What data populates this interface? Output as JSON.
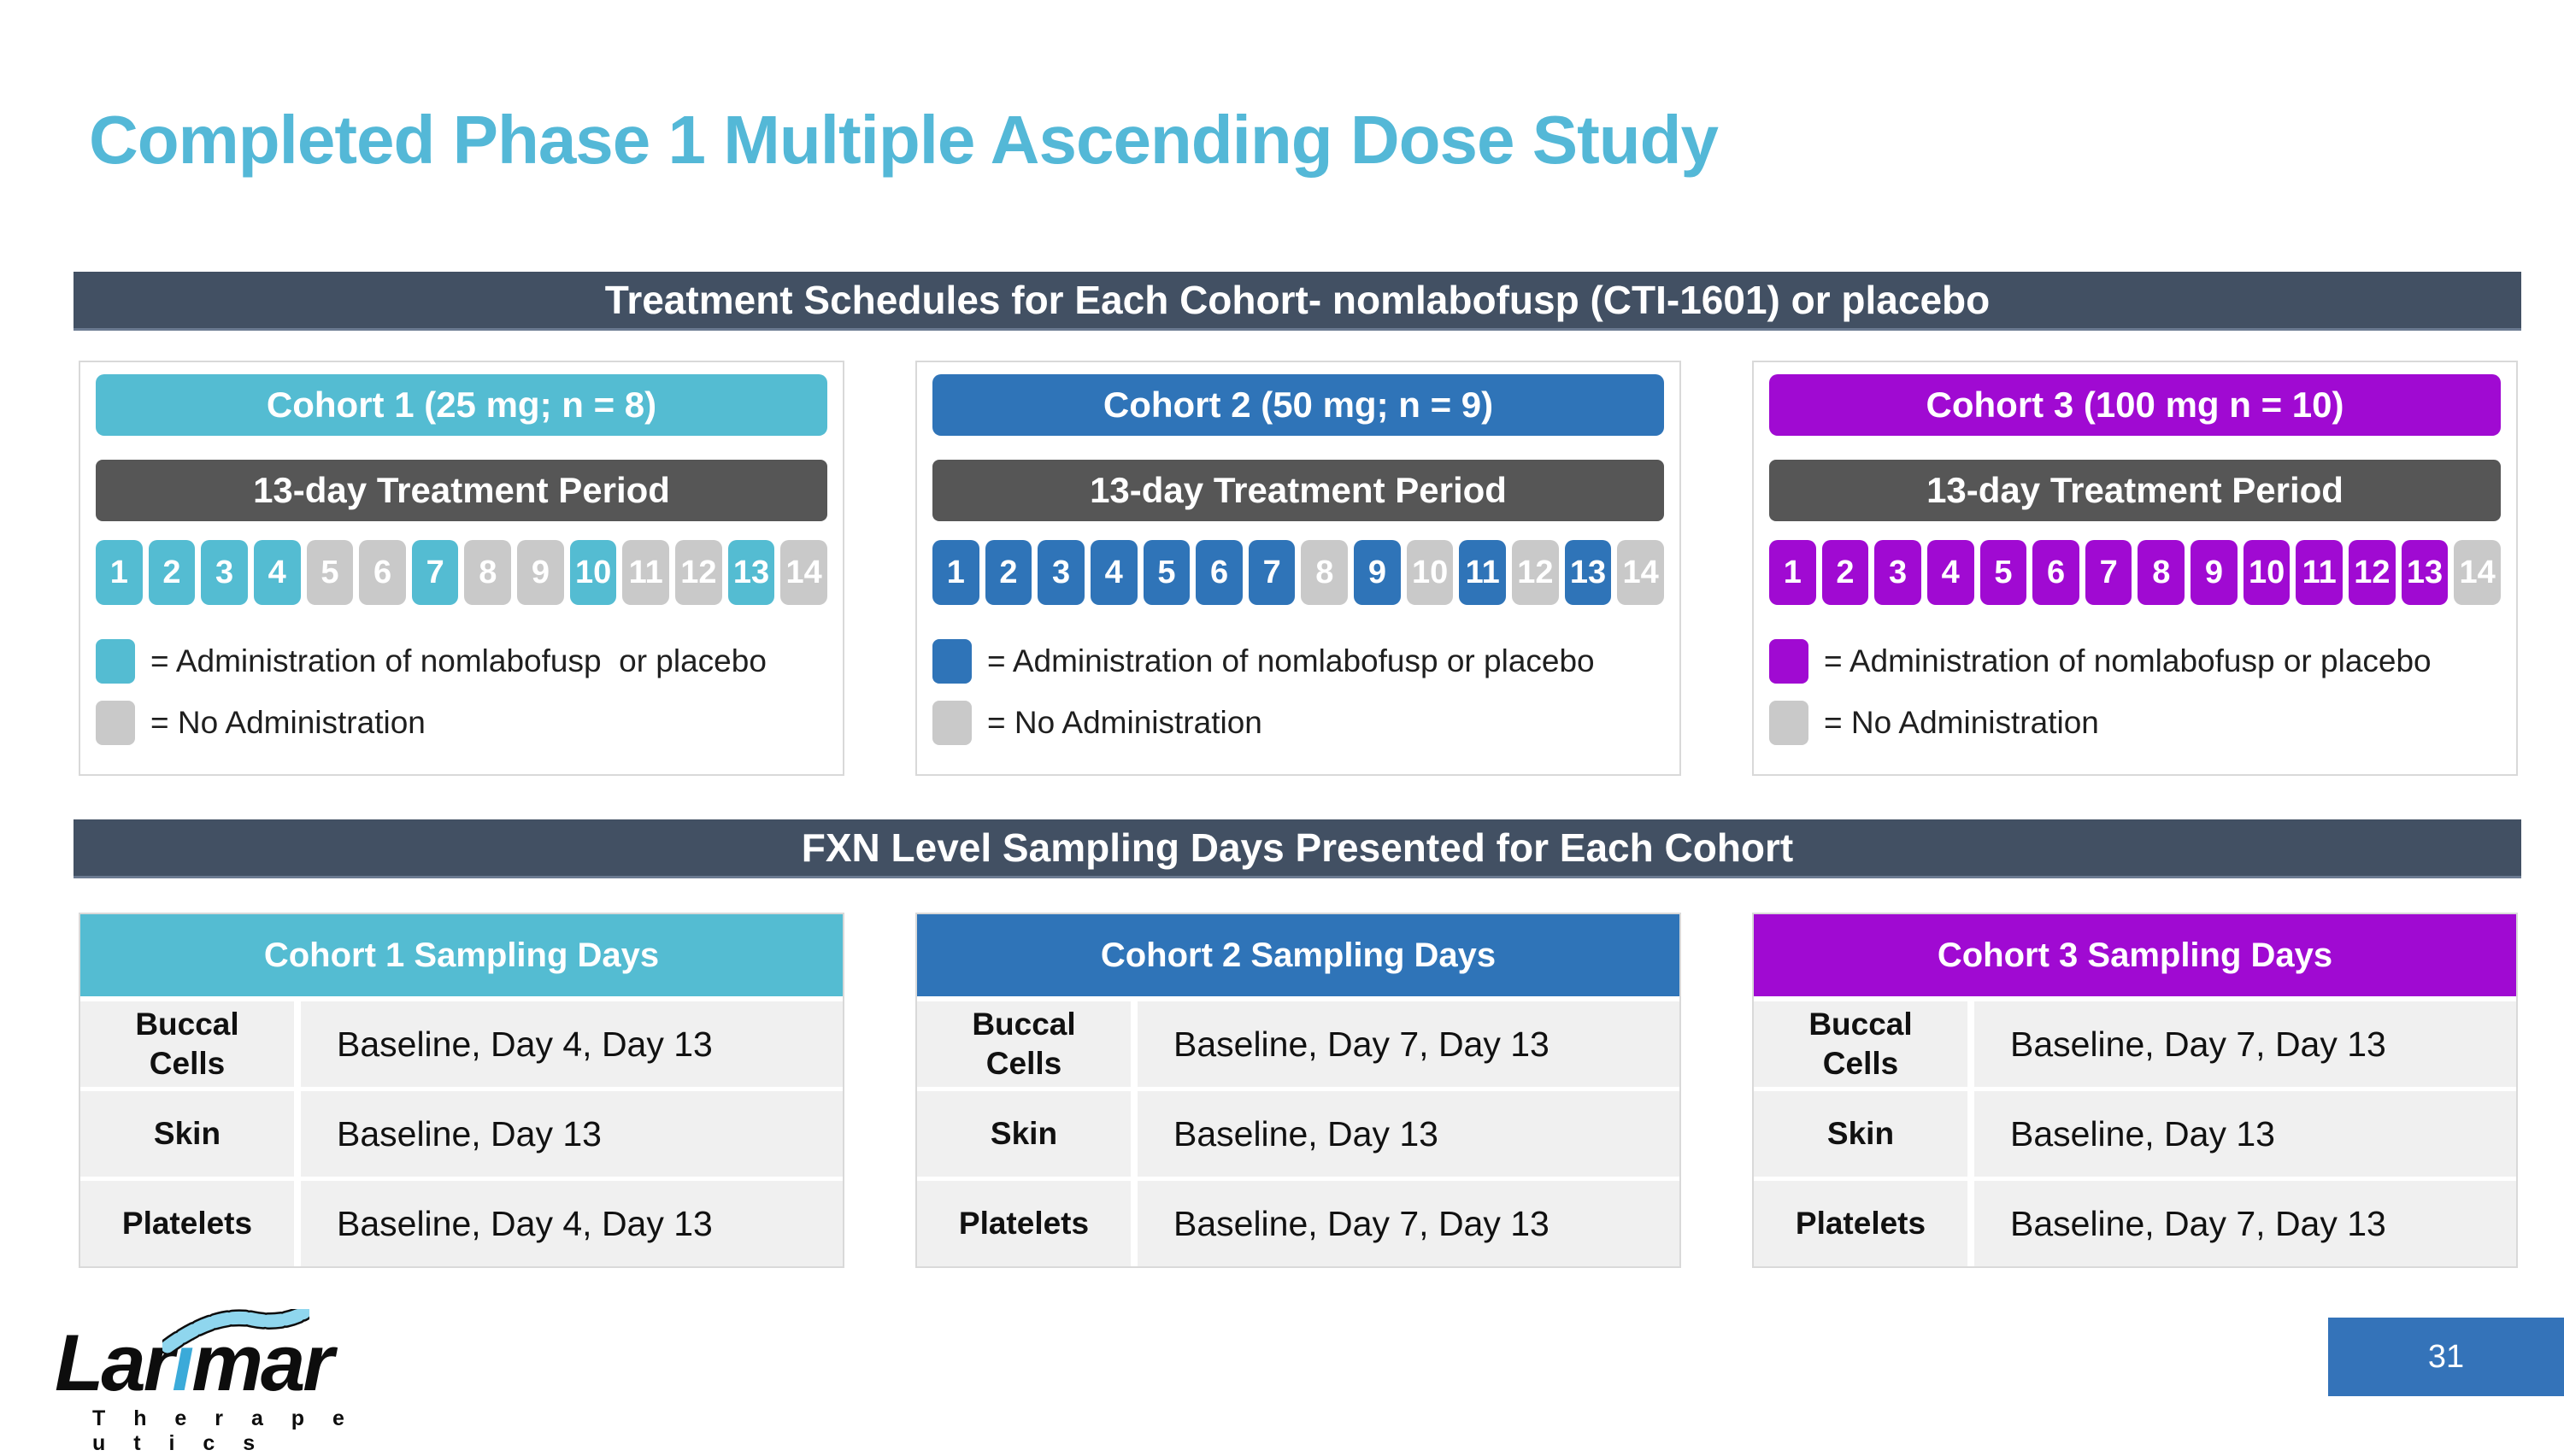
{
  "slide": {
    "title": "Completed Phase 1 Multiple Ascending Dose Study",
    "page_number": "31"
  },
  "banners": {
    "treatment": "Treatment Schedules for Each Cohort- nomlabofusp (CTI-1601) or placebo",
    "sampling": "FXN Level Sampling Days Presented for Each Cohort"
  },
  "colors": {
    "title_teal": "#54B8D7",
    "banner_slate": "#425063",
    "treatment_band_gray": "#565656",
    "inactive_day_gray": "#C9C9C9",
    "table_row_gray": "#F0F0F0",
    "page_box_blue": "#3473B9",
    "cohort1_teal": "#54BCD2",
    "cohort2_blue": "#2F74B8",
    "cohort3_purple": "#A00AD2"
  },
  "cohorts": [
    {
      "header": "Cohort 1 (25 mg; n = 8)",
      "accent": "#54BCD2",
      "treatment_period": "13-day Treatment Period",
      "days": [
        {
          "label": "1",
          "active": true
        },
        {
          "label": "2",
          "active": true
        },
        {
          "label": "3",
          "active": true
        },
        {
          "label": "4",
          "active": true
        },
        {
          "label": "5",
          "active": false
        },
        {
          "label": "6",
          "active": false
        },
        {
          "label": "7",
          "active": true
        },
        {
          "label": "8",
          "active": false
        },
        {
          "label": "9",
          "active": false
        },
        {
          "label": "10",
          "active": true
        },
        {
          "label": "11",
          "active": false
        },
        {
          "label": "12",
          "active": false
        },
        {
          "label": "13",
          "active": true
        },
        {
          "label": "14",
          "active": false
        }
      ],
      "legend_admin": "= Administration of nomlabofusp  or placebo",
      "legend_none": "= No Administration",
      "sampling": {
        "header": "Cohort 1 Sampling Days",
        "rows": [
          {
            "label": "Buccal Cells",
            "value": "Baseline, Day 4, Day 13"
          },
          {
            "label": "Skin",
            "value": "Baseline, Day 13"
          },
          {
            "label": "Platelets",
            "value": "Baseline, Day 4, Day 13"
          }
        ]
      }
    },
    {
      "header": "Cohort 2 (50 mg; n = 9)",
      "accent": "#2F74B8",
      "treatment_period": "13-day Treatment Period",
      "days": [
        {
          "label": "1",
          "active": true
        },
        {
          "label": "2",
          "active": true
        },
        {
          "label": "3",
          "active": true
        },
        {
          "label": "4",
          "active": true
        },
        {
          "label": "5",
          "active": true
        },
        {
          "label": "6",
          "active": true
        },
        {
          "label": "7",
          "active": true
        },
        {
          "label": "8",
          "active": false
        },
        {
          "label": "9",
          "active": true
        },
        {
          "label": "10",
          "active": false
        },
        {
          "label": "11",
          "active": true
        },
        {
          "label": "12",
          "active": false
        },
        {
          "label": "13",
          "active": true
        },
        {
          "label": "14",
          "active": false
        }
      ],
      "legend_admin": "= Administration of nomlabofusp or placebo",
      "legend_none": "= No Administration",
      "sampling": {
        "header": "Cohort 2 Sampling Days",
        "rows": [
          {
            "label": "Buccal Cells",
            "value": "Baseline, Day 7, Day 13"
          },
          {
            "label": "Skin",
            "value": "Baseline, Day 13"
          },
          {
            "label": "Platelets",
            "value": "Baseline, Day 7, Day 13"
          }
        ]
      }
    },
    {
      "header": "Cohort 3 (100 mg n = 10)",
      "accent": "#A00AD2",
      "treatment_period": "13-day Treatment Period",
      "days": [
        {
          "label": "1",
          "active": true
        },
        {
          "label": "2",
          "active": true
        },
        {
          "label": "3",
          "active": true
        },
        {
          "label": "4",
          "active": true
        },
        {
          "label": "5",
          "active": true
        },
        {
          "label": "6",
          "active": true
        },
        {
          "label": "7",
          "active": true
        },
        {
          "label": "8",
          "active": true
        },
        {
          "label": "9",
          "active": true
        },
        {
          "label": "10",
          "active": true
        },
        {
          "label": "11",
          "active": true
        },
        {
          "label": "12",
          "active": true
        },
        {
          "label": "13",
          "active": true
        },
        {
          "label": "14",
          "active": false
        }
      ],
      "legend_admin": "= Administration of nomlabofusp or placebo",
      "legend_none": "= No Administration",
      "sampling": {
        "header": "Cohort 3 Sampling Days",
        "rows": [
          {
            "label": "Buccal Cells",
            "value": "Baseline, Day 7, Day 13"
          },
          {
            "label": "Skin",
            "value": "Baseline, Day 13"
          },
          {
            "label": "Platelets",
            "value": "Baseline, Day 7, Day 13"
          }
        ]
      }
    }
  ],
  "logo": {
    "word_prefix": "Lar",
    "word_i": "i",
    "word_suffix": "mar",
    "subtitle": "T h e r a p e u t i c s"
  }
}
